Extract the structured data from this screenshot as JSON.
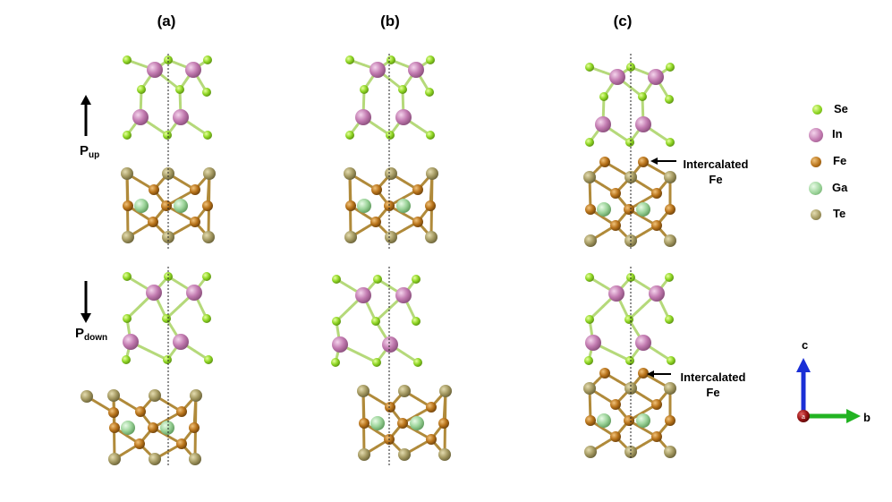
{
  "panels": [
    {
      "label": "(a)"
    },
    {
      "label": "(b)"
    },
    {
      "label": "(c)"
    }
  ],
  "polarization": {
    "up": {
      "main": "P",
      "sub": "up"
    },
    "down": {
      "main": "P",
      "sub": "down"
    }
  },
  "legend": [
    {
      "label": "Se",
      "color": "#8fd624",
      "icon": "se-atom-icon"
    },
    {
      "label": "In",
      "color": "#c27ab0",
      "icon": "in-atom-icon"
    },
    {
      "label": "Fe",
      "color": "#b8731a",
      "icon": "fe-atom-icon"
    },
    {
      "label": "Ga",
      "color": "#9cd49a",
      "icon": "ga-atom-icon"
    },
    {
      "label": "Te",
      "color": "#a59a62",
      "icon": "te-atom-icon"
    }
  ],
  "annotations": {
    "intercalated_top": {
      "line1": "Intercalated",
      "line2": "Fe"
    },
    "intercalated_bottom": {
      "line1": "Intercalated",
      "line2": "Fe"
    }
  },
  "axes": {
    "c_label": "c",
    "b_label": "b",
    "a_label": "a",
    "c_color": "#1a2fd6",
    "b_color": "#22b322",
    "a_color": "#9a1414"
  },
  "colors": {
    "bond_se_in": "#b5d97a",
    "bond_fe_te": "#b08a3a"
  }
}
